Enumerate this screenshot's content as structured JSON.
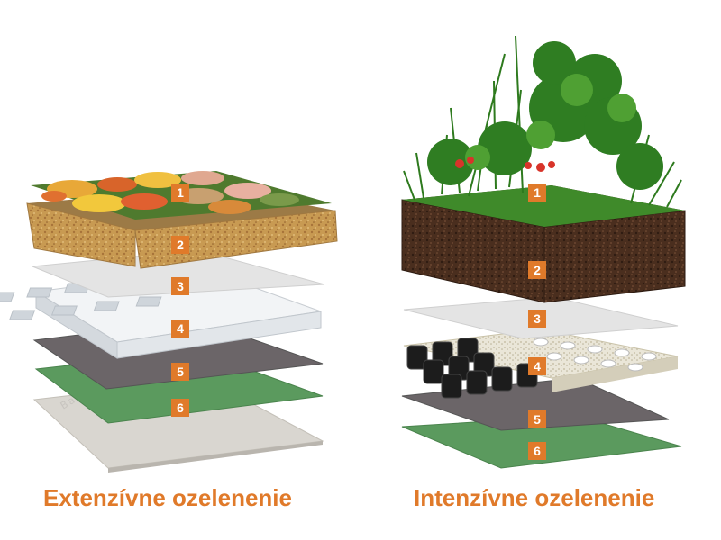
{
  "colors": {
    "accent": "#e07a2a",
    "substrate_light": "#c89a52",
    "substrate_dark": "#4a2e1e",
    "filter_fleece": "#e4e4e4",
    "drainage_white": "#eef0f2",
    "drainage_black": "#1c1c1c",
    "protection_fleece": "#6b6568",
    "root_barrier": "#5b9a5e",
    "base": "#d9d6d0",
    "grass": "#3f8a2a"
  },
  "left_layers": [
    "1",
    "2",
    "3",
    "4",
    "5",
    "6"
  ],
  "right_layers": [
    "1",
    "2",
    "3",
    "4",
    "5",
    "6"
  ],
  "left_caption": "Extenzívne ozelenenie",
  "right_caption": "Intenzívne ozelenenie",
  "logo_text": "BauderPLANT E"
}
